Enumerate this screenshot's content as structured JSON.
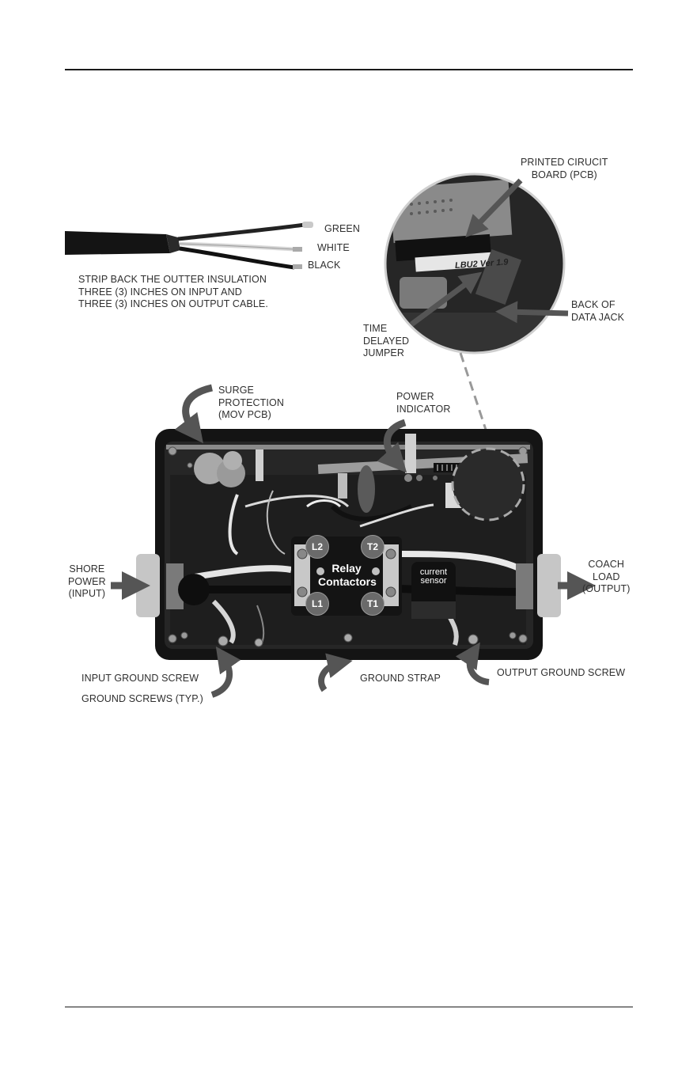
{
  "diagram": {
    "cable": {
      "green": "GREEN",
      "white": "WHITE",
      "black": "BLACK",
      "strip_note": [
        "STRIP BACK THE OUTTER INSULATION",
        "THREE (3) INCHES ON INPUT AND",
        "THREE (3) INCHES ON OUTPUT CABLE."
      ]
    },
    "pcb_detail": {
      "pcb": [
        "PRINTED CIRUCIT",
        "BOARD (PCB)"
      ],
      "data_jack": [
        "BACK OF",
        "DATA JACK"
      ],
      "jumper": [
        "TIME",
        "DELAYED",
        "JUMPER"
      ],
      "board_marking": "LBU2 Ver 1.9"
    },
    "enclosure": {
      "surge": [
        "SURGE",
        "PROTECTION",
        "(MOV PCB)"
      ],
      "power_indicator": [
        "POWER",
        "INDICATOR"
      ],
      "shore_power": [
        "SHORE",
        "POWER",
        "(INPUT)"
      ],
      "coach_load": [
        "COACH",
        "LOAD",
        "(OUTPUT)"
      ],
      "relay": [
        "Relay",
        "Contactors"
      ],
      "terminals": {
        "l2": "L2",
        "t2": "T2",
        "l1": "L1",
        "t1": "T1"
      },
      "current_sensor": [
        "current",
        "sensor"
      ],
      "input_ground": "INPUT GROUND SCREW",
      "ground_screws": "GROUND SCREWS (TYP.)",
      "ground_strap": "GROUND STRAP",
      "output_ground": "OUTPUT GROUND SCREW"
    }
  },
  "colors": {
    "arrow": "#555555",
    "enclosure": "#1c1c1c",
    "rule": "#1a1a1a"
  }
}
